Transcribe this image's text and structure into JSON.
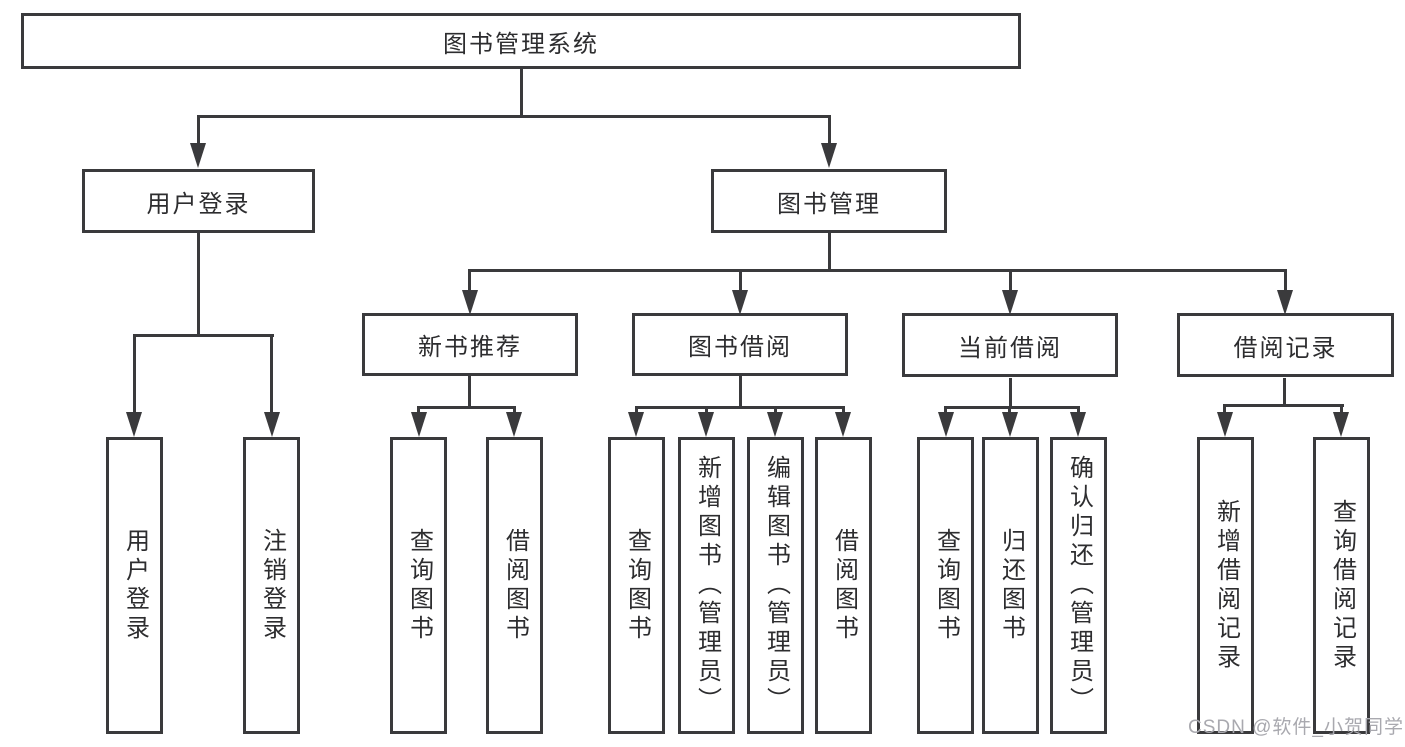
{
  "diagram_type": "hierarchy-tree",
  "colors": {
    "line": "#3a3a3c",
    "text": "#2d2d2f",
    "background": "#ffffff",
    "watermark": "#a9a9af"
  },
  "tree": {
    "label": "图书管理系统",
    "children": [
      {
        "label": "用户登录",
        "children": [
          {
            "label": "用户登录"
          },
          {
            "label": "注销登录"
          }
        ]
      },
      {
        "label": "图书管理",
        "children": [
          {
            "label": "新书推荐",
            "children": [
              {
                "label": "查询图书"
              },
              {
                "label": "借阅图书"
              }
            ]
          },
          {
            "label": "图书借阅",
            "children": [
              {
                "label": "查询图书"
              },
              {
                "label": "新增图书（管理员）"
              },
              {
                "label": "编辑图书（管理员）"
              },
              {
                "label": "借阅图书"
              }
            ]
          },
          {
            "label": "当前借阅",
            "children": [
              {
                "label": "查询图书"
              },
              {
                "label": "归还图书"
              },
              {
                "label": "确认归还（管理员）"
              }
            ]
          },
          {
            "label": "借阅记录",
            "children": [
              {
                "label": "新增借阅记录"
              },
              {
                "label": "查询借阅记录"
              }
            ]
          }
        ]
      }
    ]
  },
  "watermark": {
    "text": "CSDN @软件_小贺同学"
  }
}
